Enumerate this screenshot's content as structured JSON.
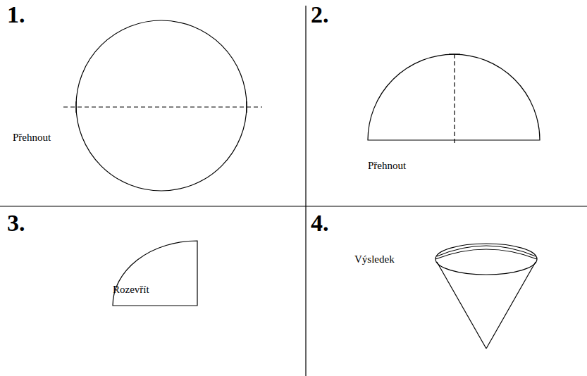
{
  "diagram": {
    "labels": [
      "1.",
      "Přehnout",
      "2.",
      "Přehnout",
      "3.",
      "Rozevřít",
      "4.",
      "Výsledek"
    ]
  }
}
